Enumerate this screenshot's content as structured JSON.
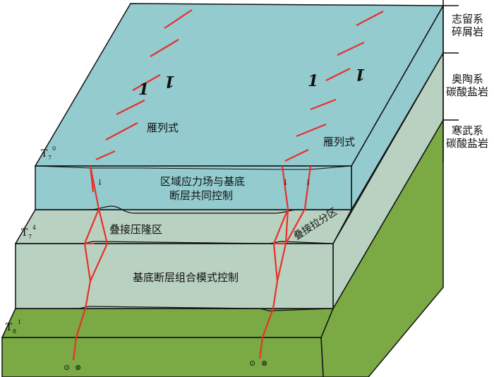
{
  "diagram": {
    "annotations": {
      "en_echelon_left": "雁列式",
      "en_echelon_right": "雁列式",
      "top_block_line1": "区域应力场与基底",
      "top_block_line2": "断层共同控制",
      "overlap_compression": "叠接压隆区",
      "overlap_pullapart": "叠接拉分区",
      "middle_block": "基底断层组合模式控制"
    },
    "horizons": {
      "top": {
        "name": "T",
        "sub": "7",
        "sup": "0"
      },
      "middle": {
        "name": "T",
        "sub": "7",
        "sup": "4"
      },
      "bottom": {
        "name": "T",
        "sub": "8",
        "sup": "1"
      }
    },
    "stratigraphy": [
      {
        "system": "志留系",
        "lithology": "碎屑岩"
      },
      {
        "system": "奥陶系",
        "lithology": "碳酸盐岩"
      },
      {
        "system": "寒武系",
        "lithology": "碳酸盐岩"
      }
    ],
    "colors": {
      "top_layer": "#93CBCF",
      "middle_layer": "#B9D1C1",
      "bottom_layer": "#7BAA45",
      "fault": "#E8302A",
      "outline": "#111111"
    }
  }
}
